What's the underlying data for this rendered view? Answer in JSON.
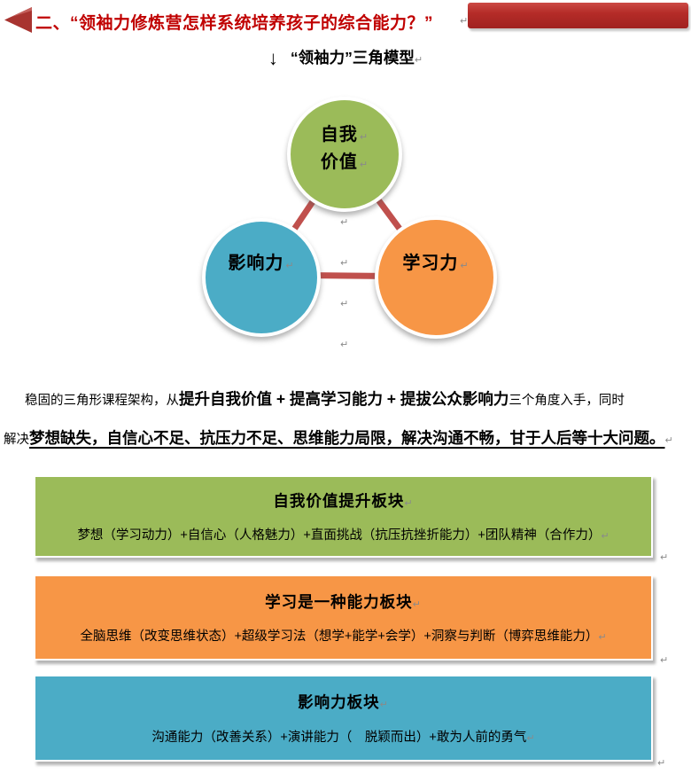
{
  "header": {
    "title": "二、“领袖力修炼营怎样系统培养孩子的综合能力？”",
    "title_color": "#c00000",
    "banner_color": "#b52c28"
  },
  "subtitle": {
    "arrow_icon": "↓",
    "text": "“领袖力”三角模型"
  },
  "diagram": {
    "connector_color": "#c0504d",
    "circles": {
      "top": {
        "label": "自我价值",
        "line1": "自我",
        "line2": "价值",
        "color": "#9bbb59"
      },
      "left": {
        "label": "影响力",
        "color": "#4bacc6"
      },
      "right": {
        "label": "学习力",
        "color": "#f79646"
      }
    }
  },
  "paragraph": {
    "line1_normal_start": "稳固的三角形课程架构，从",
    "line1_bold": "提升自我价值 + 提高学习能力 + 提拔公众影响力",
    "line1_normal_end": "三个角度入手，同时",
    "line2_normal_start": "解决",
    "line2_bold_underline": "梦想缺失，自信心不足、抗压力不足、思维能力局限，解决沟通不畅，甘于人后等十大问题。"
  },
  "boxes": [
    {
      "title": "自我价值提升板块",
      "body": "梦想（学习动力）+自信心（人格魅力）+直面挑战（抗压抗挫折能力）+团队精神（合作力）",
      "color": "#9bbb59"
    },
    {
      "title": "学习是一种能力板块",
      "body": "全脑思维（改变思维状态）+超级学习法（想学+能学+会学）+洞察与判断（博弈思维能力）",
      "color": "#f79646"
    },
    {
      "title": "影响力板块",
      "body": "沟通能力（改善关系）+演讲能力（　脱颖而出）+敢为人前的勇气",
      "color": "#4bacc6"
    }
  ],
  "marks": {
    "return": "↵"
  }
}
